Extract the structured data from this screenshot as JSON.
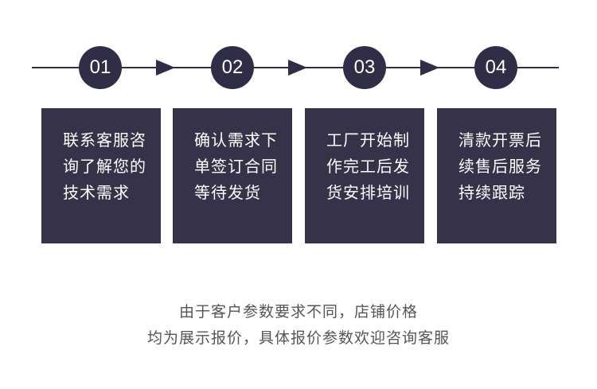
{
  "colors": {
    "accent": "#2f2e46",
    "card_background": "#353249",
    "card_text": "#ffffff",
    "note_text": "#555555"
  },
  "steps": [
    {
      "number": "01",
      "lines": [
        "联系客服咨",
        "询了解您的",
        "技术需求"
      ]
    },
    {
      "number": "02",
      "lines": [
        "确认需求下",
        "单签订合同",
        "等待发货"
      ]
    },
    {
      "number": "03",
      "lines": [
        "工厂开始制",
        "作完工后发",
        "货安排培训"
      ]
    },
    {
      "number": "04",
      "lines": [
        "清款开票后",
        "续售后服务",
        "持续跟踪"
      ]
    }
  ],
  "note": {
    "line1": "由于客户参数要求不同，店铺价格",
    "line2": "均为展示报价，具体报价参数欢迎咨询客服"
  },
  "icons": [
    "arrow-right-icon"
  ]
}
